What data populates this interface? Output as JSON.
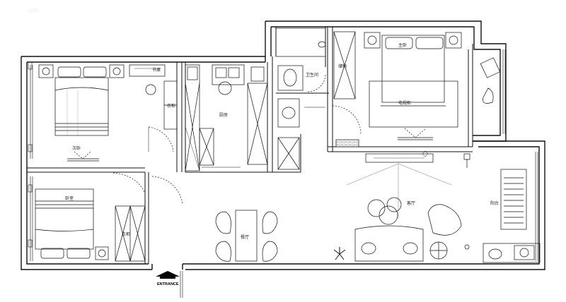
{
  "floorplan": {
    "rooms": {
      "kitchen": "厨房",
      "bathroom": "卫生间",
      "living_room": "客厅",
      "dining_room": "餐厅",
      "balcony": "阳台"
    },
    "furniture": {
      "bed_master": "主卧",
      "bed_second": "次卧",
      "bed_third": "卧室",
      "desk": "书桌",
      "wardrobe_a": "衣柜",
      "wardrobe_b": "衣柜",
      "tv_cabinet": "电视柜",
      "storage": "储物"
    },
    "entrance_label": "ENTRANCE",
    "watermark": "hhh"
  },
  "colors": {
    "line": "#111111",
    "wall_fill": "#ffffff",
    "thin": "#555555"
  }
}
